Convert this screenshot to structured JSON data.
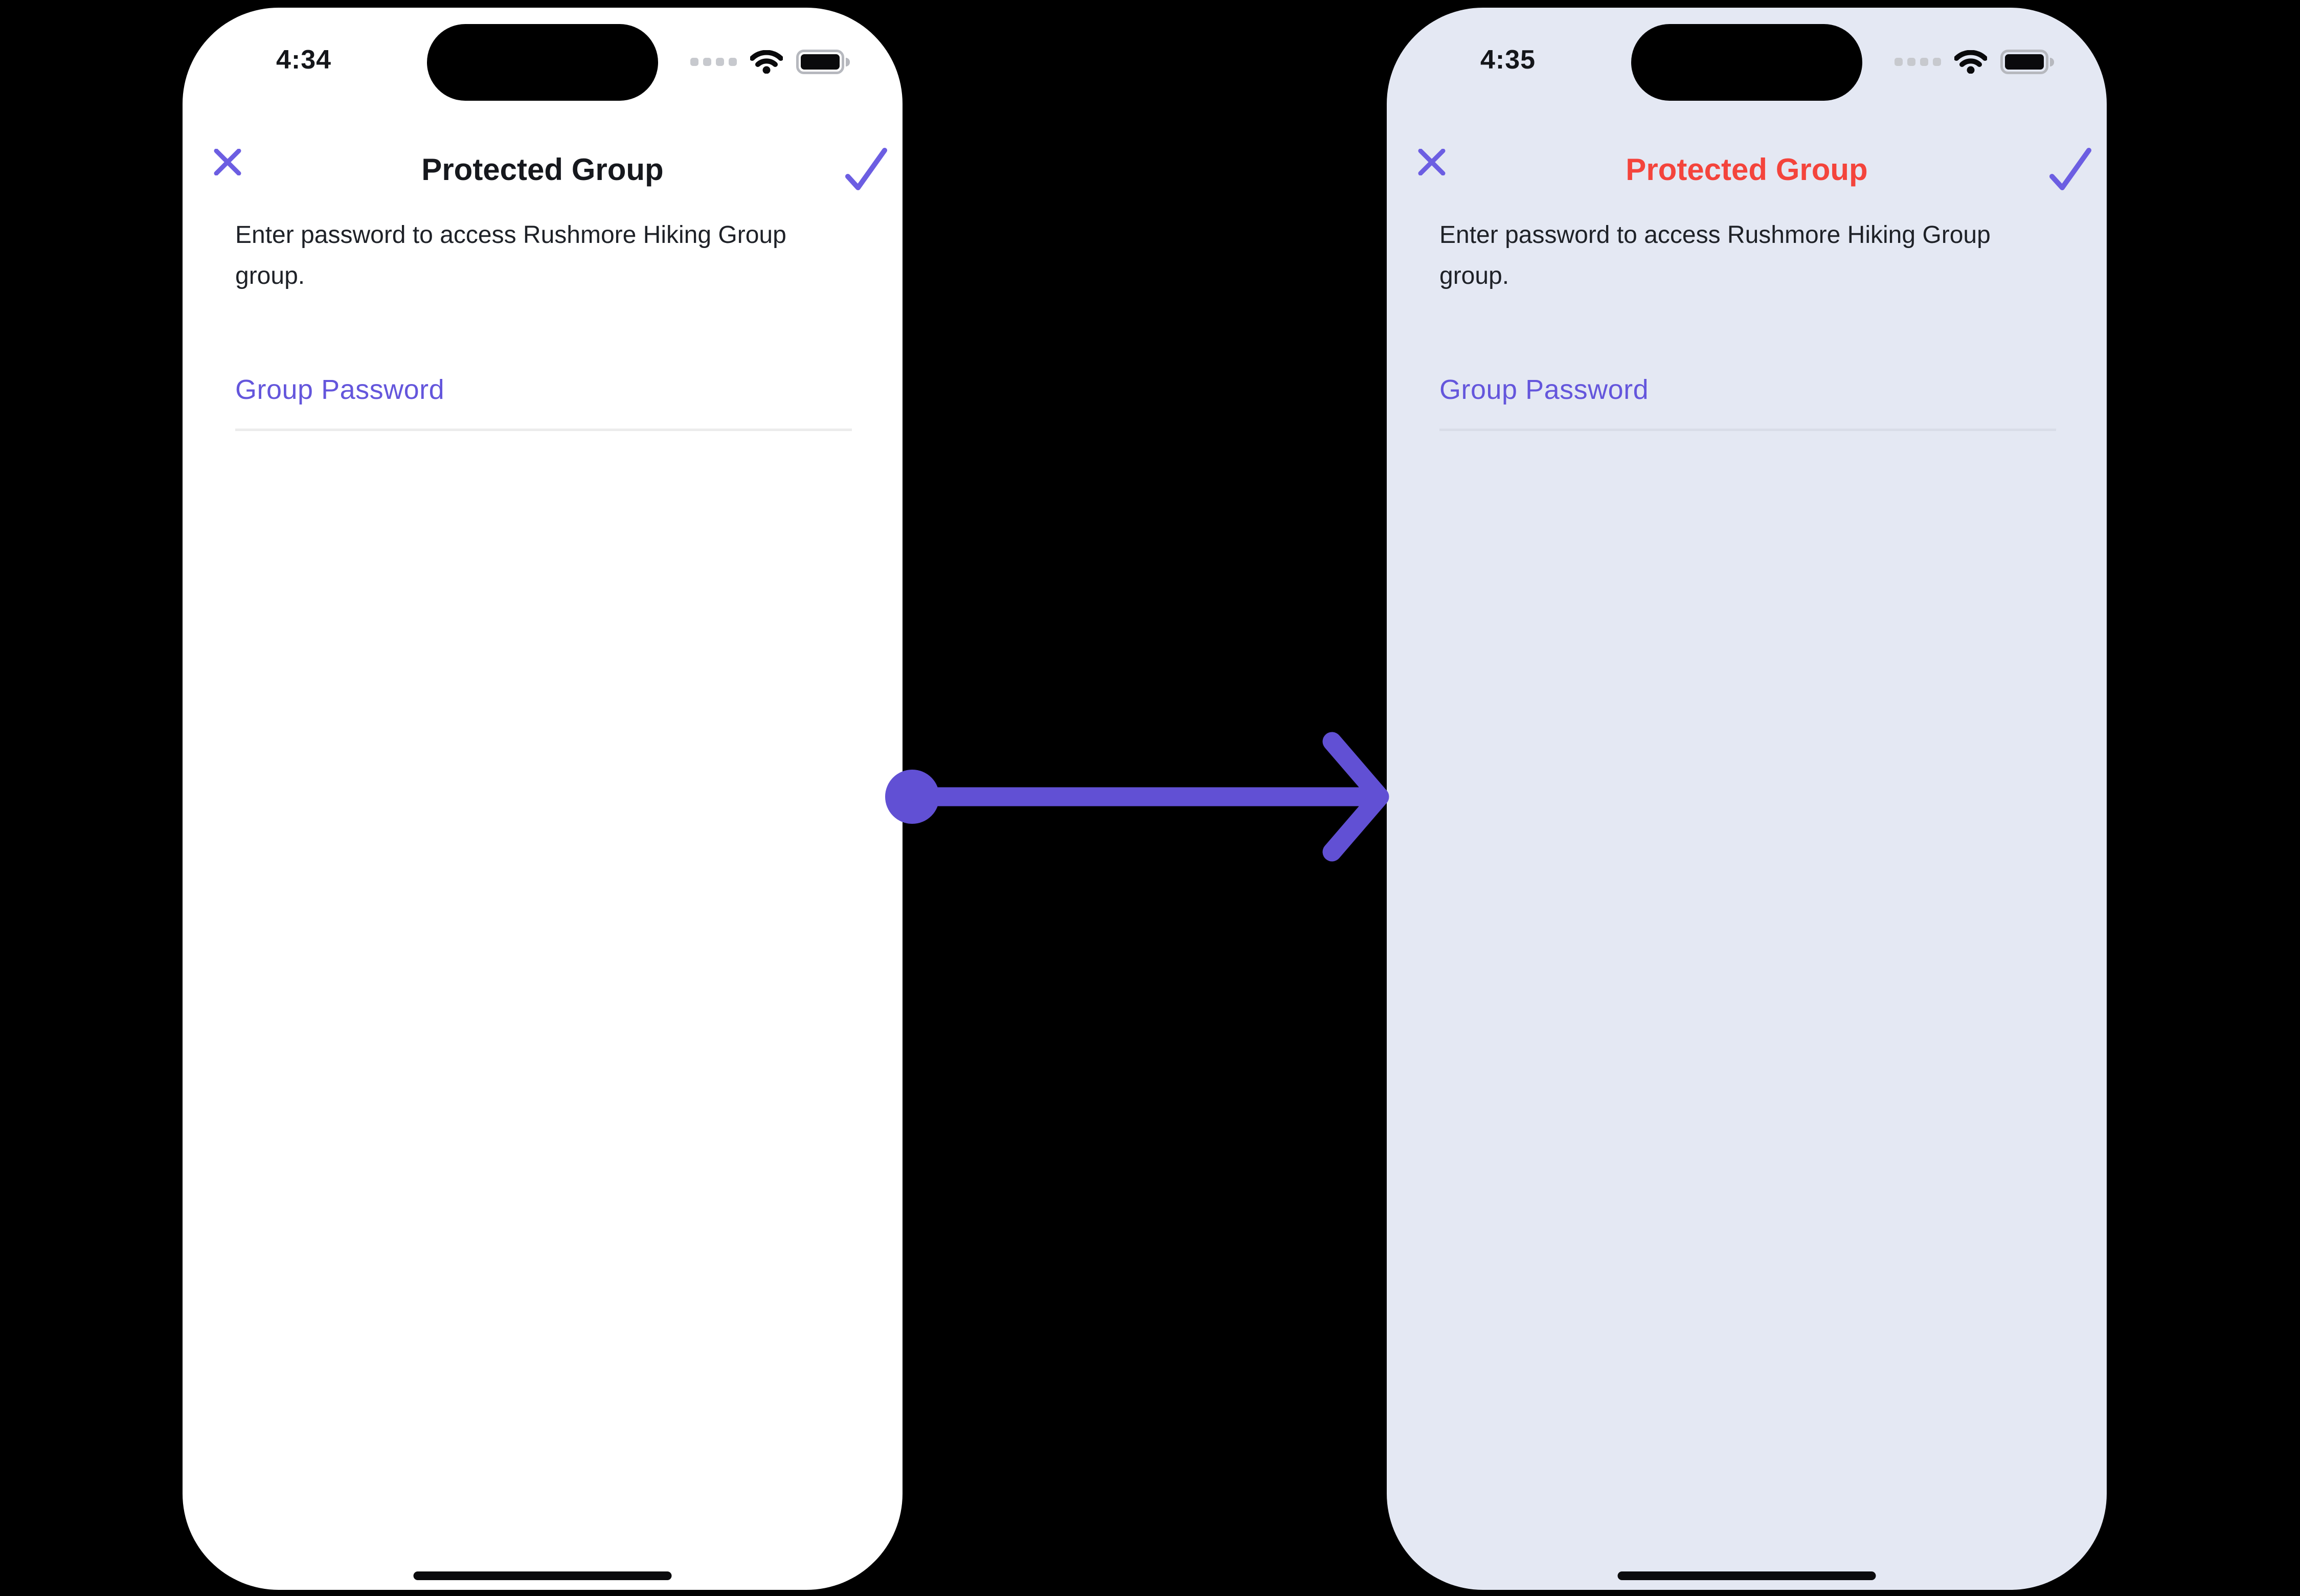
{
  "page": {
    "background": "#000000"
  },
  "arrow": {
    "color": "#6150d4",
    "direction": "right"
  },
  "colors": {
    "accent_purple_icons": "#6c5ee2",
    "label_purple": "#6456dc",
    "title_red": "#f4443c",
    "title_black": "#16181d",
    "phone_before_bg": "#ffffff",
    "phone_after_bg": "#e4e8f3",
    "underline_before": "#ececec",
    "underline_after": "#d9dde8"
  },
  "phones": {
    "before": {
      "status": {
        "time": "4:34"
      },
      "nav": {
        "title": "Protected Group"
      },
      "body": {
        "description": "Enter password to access Rushmore Hiking Group group.",
        "field_label": "Group Password",
        "field_value": ""
      }
    },
    "after": {
      "status": {
        "time": "4:35"
      },
      "nav": {
        "title": "Protected Group"
      },
      "body": {
        "description": "Enter password to access Rushmore Hiking Group group.",
        "field_label": "Group Password",
        "field_value": ""
      }
    }
  }
}
